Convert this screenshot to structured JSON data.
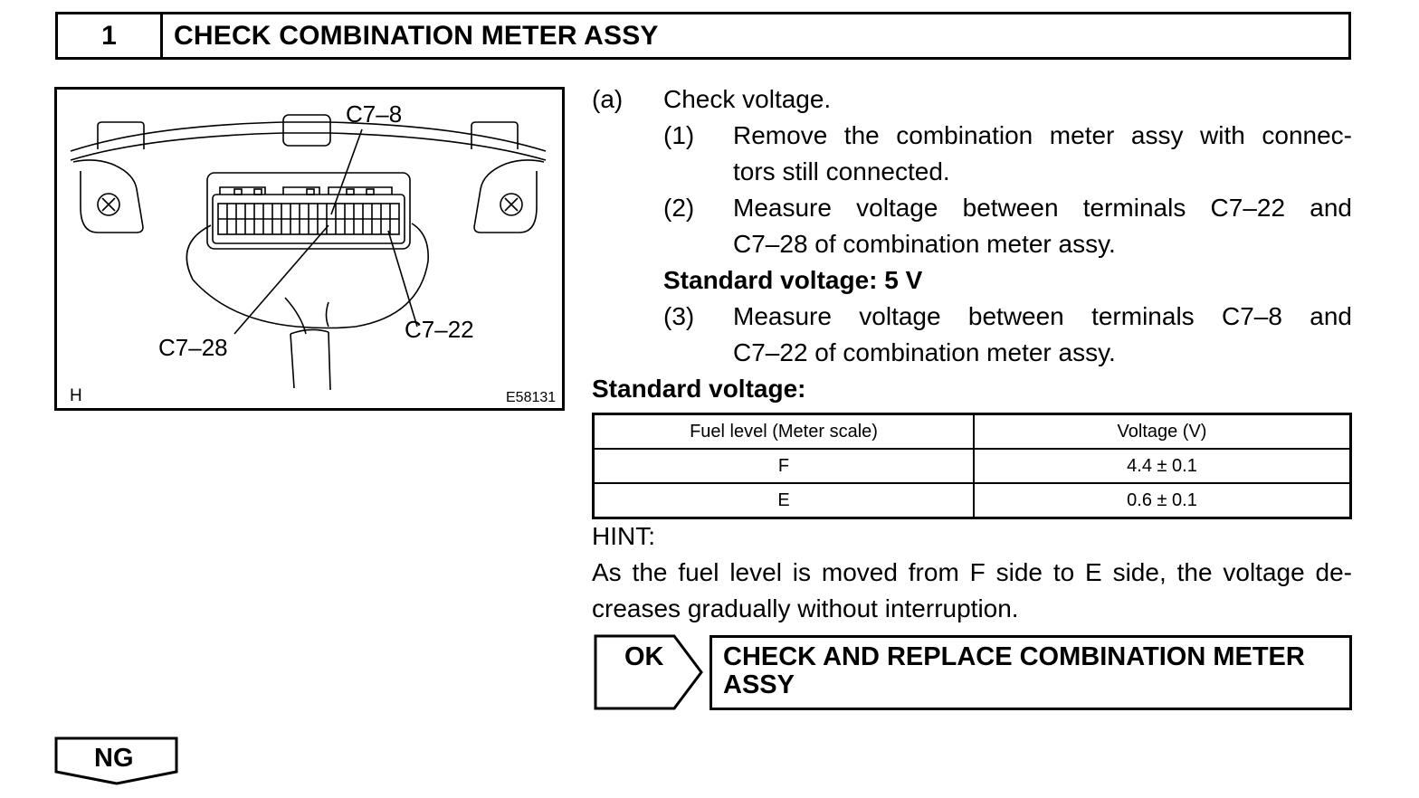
{
  "step": {
    "number": "1",
    "title": "CHECK COMBINATION METER ASSY"
  },
  "illustration": {
    "labels": {
      "c7_8": "C7–8",
      "c7_28": "C7–28",
      "c7_22": "C7–22"
    },
    "corner_letter": "H",
    "figure_code": "E58131"
  },
  "instructions": {
    "a_marker": "(a)",
    "a_text": "Check voltage.",
    "step1_marker": "(1)",
    "step1_line1": "Remove the combination meter assy with connec-",
    "step1_line2": "tors still connected.",
    "step2_marker": "(2)",
    "step2_line1": "Measure voltage between terminals C7–22 and",
    "step2_line2": "C7–28 of combination meter assy.",
    "standard1": "Standard voltage: 5 V",
    "step3_marker": "(3)",
    "step3_line1": "Measure voltage between terminals C7–8 and",
    "step3_line2": "C7–22 of combination meter assy.",
    "standard2": "Standard voltage:"
  },
  "table": {
    "headers": [
      "Fuel level (Meter scale)",
      "Voltage (V)"
    ],
    "rows": [
      [
        "F",
        "4.4 ± 0.1"
      ],
      [
        "E",
        "0.6 ± 0.1"
      ]
    ]
  },
  "hint": {
    "label": "HINT:",
    "line1": "As the fuel level is moved from F side to E side, the voltage de-",
    "line2": "creases gradually without interruption."
  },
  "result_ok": {
    "badge": "OK",
    "line1": "CHECK AND REPLACE COMBINATION METER",
    "line2": "ASSY"
  },
  "result_ng": {
    "badge": "NG"
  }
}
